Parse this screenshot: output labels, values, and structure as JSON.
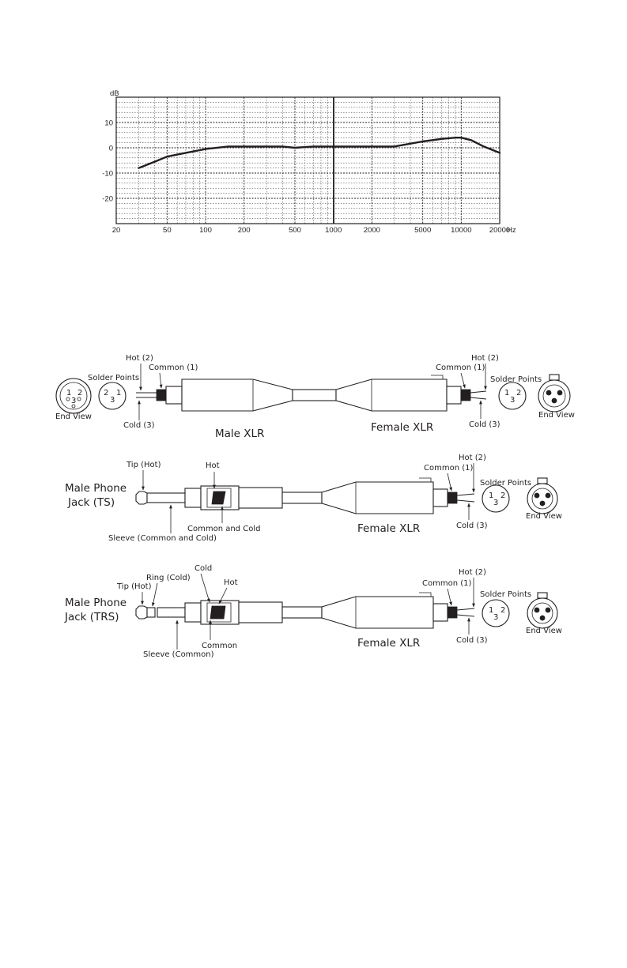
{
  "chart_data": {
    "type": "line",
    "title": "",
    "xlabel": "Hz",
    "ylabel": "dB",
    "x_scale": "log",
    "xlim": [
      20,
      20000
    ],
    "ylim": [
      -30,
      20
    ],
    "grid": true,
    "legend": "none",
    "x_ticks": [
      {
        "value": 20,
        "label": "20"
      },
      {
        "value": 50,
        "label": "50"
      },
      {
        "value": 100,
        "label": "100"
      },
      {
        "value": 200,
        "label": "200"
      },
      {
        "value": 500,
        "label": "500"
      },
      {
        "value": 1000,
        "label": "1000"
      },
      {
        "value": 2000,
        "label": "2000"
      },
      {
        "value": 5000,
        "label": "5000"
      },
      {
        "value": 10000,
        "label": "10000"
      },
      {
        "value": 20000,
        "label": "20000"
      }
    ],
    "y_ticks": [
      {
        "value": 10,
        "label": "10"
      },
      {
        "value": 0,
        "label": "0"
      },
      {
        "value": -10,
        "label": "-10"
      },
      {
        "value": -20,
        "label": "-20"
      }
    ],
    "series": [
      {
        "x": [
          30,
          40,
          50,
          70,
          100,
          150,
          200,
          300,
          400,
          500,
          700,
          1000,
          1500,
          2000,
          3000,
          5000,
          7000,
          9000,
          10000,
          12000,
          15000,
          20000
        ],
        "y": [
          -8,
          -5.5,
          -3.5,
          -2,
          -0.5,
          0.5,
          0.5,
          0.5,
          0.5,
          0,
          0.5,
          0.5,
          0.5,
          0.5,
          0.5,
          2.5,
          3.5,
          4,
          4,
          3,
          0.5,
          -2
        ]
      }
    ]
  },
  "diagram": {
    "xlr_cable": {
      "hot_label": "Hot (2)",
      "common_label": "Common (1)",
      "cold_label": "Cold (3)",
      "solder_label": "Solder Points",
      "end_view_label": "End View",
      "male_xlr_label": "Male XLR",
      "female_xlr_label": "Female XLR"
    },
    "ts_cable": {
      "jack_label_line1": "Male Phone",
      "jack_label_line2": "Jack (TS)",
      "tip_label": "Tip (Hot)",
      "hot_label": "Hot",
      "common_cold_label": "Common and Cold",
      "sleeve_label": "Sleeve (Common and Cold)",
      "female_xlr_label": "Female XLR",
      "xlr_hot_label": "Hot (2)",
      "xlr_common_label": "Common (1)",
      "xlr_cold_label": "Cold (3)",
      "solder_label": "Solder Points",
      "end_view_label": "End View"
    },
    "trs_cable": {
      "jack_label_line1": "Male Phone",
      "jack_label_line2": "Jack (TRS)",
      "tip_label": "Tip (Hot)",
      "ring_label": "Ring (Cold)",
      "cold_label": "Cold",
      "hot_label": "Hot",
      "common_label": "Common",
      "sleeve_label": "Sleeve (Common)",
      "female_xlr_label": "Female XLR",
      "xlr_hot_label": "Hot (2)",
      "xlr_common_label": "Common (1)",
      "xlr_cold_label": "Cold (3)",
      "solder_label": "Solder Points",
      "end_view_label": "End View"
    },
    "pins": {
      "one": "1",
      "two": "2",
      "three": "3"
    }
  }
}
